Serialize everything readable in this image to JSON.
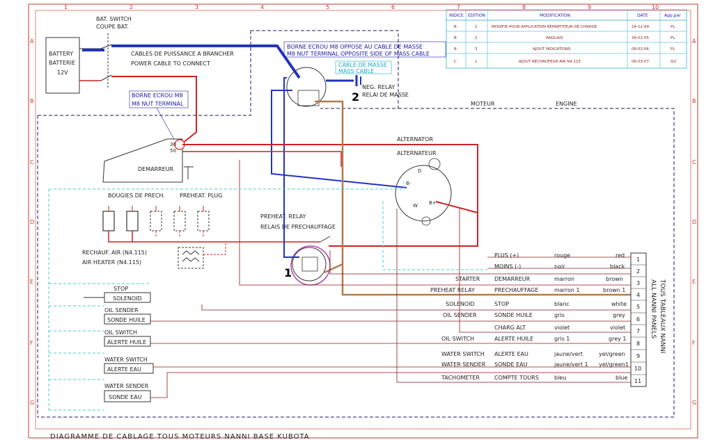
{
  "grid": {
    "columns": [
      "1",
      "2",
      "3",
      "4",
      "5",
      "6",
      "7",
      "8",
      "9",
      "10"
    ],
    "rows": [
      "A",
      "B",
      "C",
      "D",
      "E",
      "F",
      "G"
    ]
  },
  "revision_table": {
    "headers": [
      "INDICE",
      "EDITION",
      "MODIFICATION",
      "DATE",
      "App.par"
    ],
    "rows": [
      [
        "B",
        "1",
        "MODIFIE POUR APPLICATION REPARTITEUR DE CHARGE",
        "24-12-99",
        "PL"
      ],
      [
        "B",
        "2",
        "ANGLAIS",
        "26-01-05",
        "PL"
      ],
      [
        "B",
        "3",
        "AJOUT INDICATIONS",
        "08-02-06",
        "PL"
      ],
      [
        "C",
        "1",
        "AJOUT RECHAUFEUR AIR N4.115",
        "06-03-07",
        "GU"
      ]
    ]
  },
  "labels": {
    "bat_switch_1": "BAT. SWITCH",
    "bat_switch_2": "COUPE BAT.",
    "battery_1": "BATTERY",
    "battery_2": "BATTERIE",
    "battery_3": "12V",
    "power_cable_fr": "CABLES DE PUISSANCE A BRANCHER",
    "power_cable_en": "POWER CABLE TO CONNECT",
    "nut_fr": "BORNE ECROU M8",
    "nut_en": "M8 NUT TERMINAL",
    "opp_fr": "BORNE ECROU M8 OPPOSE AU CABLE DE MASSE",
    "opp_en": "M8 NUT TERMINAL OPPOSITE SIDE OF MASS CABLE",
    "mass_fr": "CABLE DE MASSE",
    "mass_en": "MASS CABLE",
    "neg_relay_1": "NEG. RELAY",
    "neg_relay_2": "RELAI DE MASSE",
    "moteur": "MOTEUR",
    "engine": "ENGINE",
    "alternator": "ALTERNATOR",
    "alternateur": "ALTERNATEUR",
    "demarreur": "DEMARREUR",
    "glow_fr": "BOUGIES DE PRECH.",
    "glow_en": "PREHEAT. PLUG",
    "preheat_en": "PREHEAT. RELAY",
    "preheat_fr": "RELAIS DE PRECHAUFFAGE",
    "air_heat_fr": "RECHAUF. AIR (N4.115)",
    "air_heat_en": "AIR HEATER (N4.115)",
    "stop": "STOP",
    "solenoid": "SOLENOID",
    "oil_sender": "OIL SENDER",
    "sonde_huile": "SONDE HUILE",
    "oil_switch": "OIL SWITCH",
    "alerte_huile": "ALERTE HUILE",
    "water_switch": "WATER SWITCH",
    "alerte_eau": "ALERTE EAU",
    "water_sender": "WATER SENDER",
    "sonde_eau": "SONDE EAU",
    "marker_1": "1",
    "marker_2": "2",
    "term_30": "30",
    "term_50": "50",
    "alt_d": "D",
    "alt_bminus": "B-",
    "alt_bplus": "B+",
    "alt_w": "W",
    "panels_fr": "TOUS TABLEAUX NANNI",
    "panels_en": "ALL NANNI PANELS",
    "footer_title": "DIAGRAMME DE CABLAGE TOUS MOTEURS NANNI BASE KUBOTA"
  },
  "connector": [
    {
      "pin": "1",
      "en": "PLUS  (+)",
      "fr": "",
      "col_fr": "rouge",
      "col_en": "red"
    },
    {
      "pin": "2",
      "en": "MOINS  (-)",
      "fr": "",
      "col_fr": "noir",
      "col_en": "black"
    },
    {
      "pin": "3",
      "en": "STARTER",
      "fr": "DEMARREUR",
      "col_fr": "marron",
      "col_en": "brown"
    },
    {
      "pin": "4",
      "en": "PREHEAT RELAY",
      "fr": "PRECHAUFFAGE",
      "col_fr": "marron 1",
      "col_en": "brown 1"
    },
    {
      "pin": "5",
      "en": "SOLENOID",
      "fr": "STOP",
      "col_fr": "blanc",
      "col_en": "white"
    },
    {
      "pin": "6",
      "en": "OIL SENDER",
      "fr": "SONDE HUILE",
      "col_fr": "gris",
      "col_en": "grey"
    },
    {
      "pin": "7",
      "en": "",
      "fr": "CHARG ALT",
      "col_fr": "violet",
      "col_en": "violet"
    },
    {
      "pin": "8",
      "en": "OIL SWITCH",
      "fr": "ALERTE HUILE",
      "col_fr": "gris 1",
      "col_en": "grey 1"
    },
    {
      "pin": "9",
      "en": "WATER SWITCH",
      "fr": "ALERTE EAU",
      "col_fr": "jaune/vert",
      "col_en": "yel/green"
    },
    {
      "pin": "10",
      "en": "WATER SENDER",
      "fr": "SONDE EAU",
      "col_fr": "jaune/vert 1",
      "col_en": "yel/green1"
    },
    {
      "pin": "11",
      "en": "TACHOMETER",
      "fr": "COMPTE TOURS",
      "col_fr": "bleu",
      "col_en": "blue"
    }
  ],
  "colors": {
    "power": "#2233bb",
    "positive": "#cc2222",
    "brown": "#b07a50",
    "cyan": "#44cccc",
    "frame": "#c0392b",
    "marker_circle": "#aa44aa",
    "dash": "#1a1a60"
  }
}
